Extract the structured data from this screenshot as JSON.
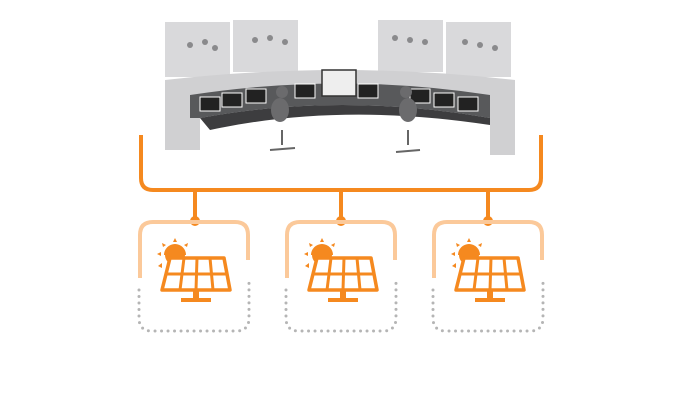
{
  "colors": {
    "bus": "#f5891f",
    "bracket": "#fbc99a",
    "dots": "#b5b5b5",
    "panel": "#f5891f",
    "wall": "#d9d9db",
    "desk": "#6e6e70"
  },
  "icons": [
    "control-room-illustration",
    "solar-panel-icon",
    "sun-icon"
  ],
  "sites": [
    {
      "id": 1
    },
    {
      "id": 2
    },
    {
      "id": 3
    }
  ]
}
